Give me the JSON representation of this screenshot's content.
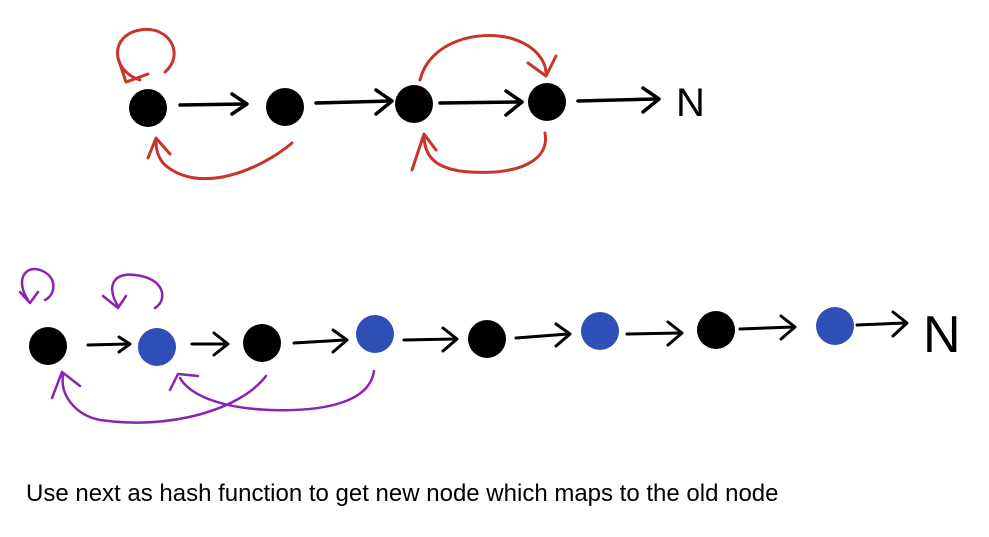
{
  "colors": {
    "original_node": "#000000",
    "copy_node": "#2e4fb5",
    "random_pointer_top": "#c8352a",
    "random_pointer_bottom": "#8a23b4",
    "arrow": "#000000"
  },
  "top_list": {
    "node_types": [
      "original",
      "original",
      "original",
      "original"
    ],
    "terminator": "N"
  },
  "bottom_list": {
    "node_types": [
      "original",
      "copy",
      "original",
      "copy",
      "original",
      "copy",
      "original",
      "copy"
    ],
    "terminator": "N"
  },
  "caption": "Use next as hash function to get new node which maps to the old node"
}
